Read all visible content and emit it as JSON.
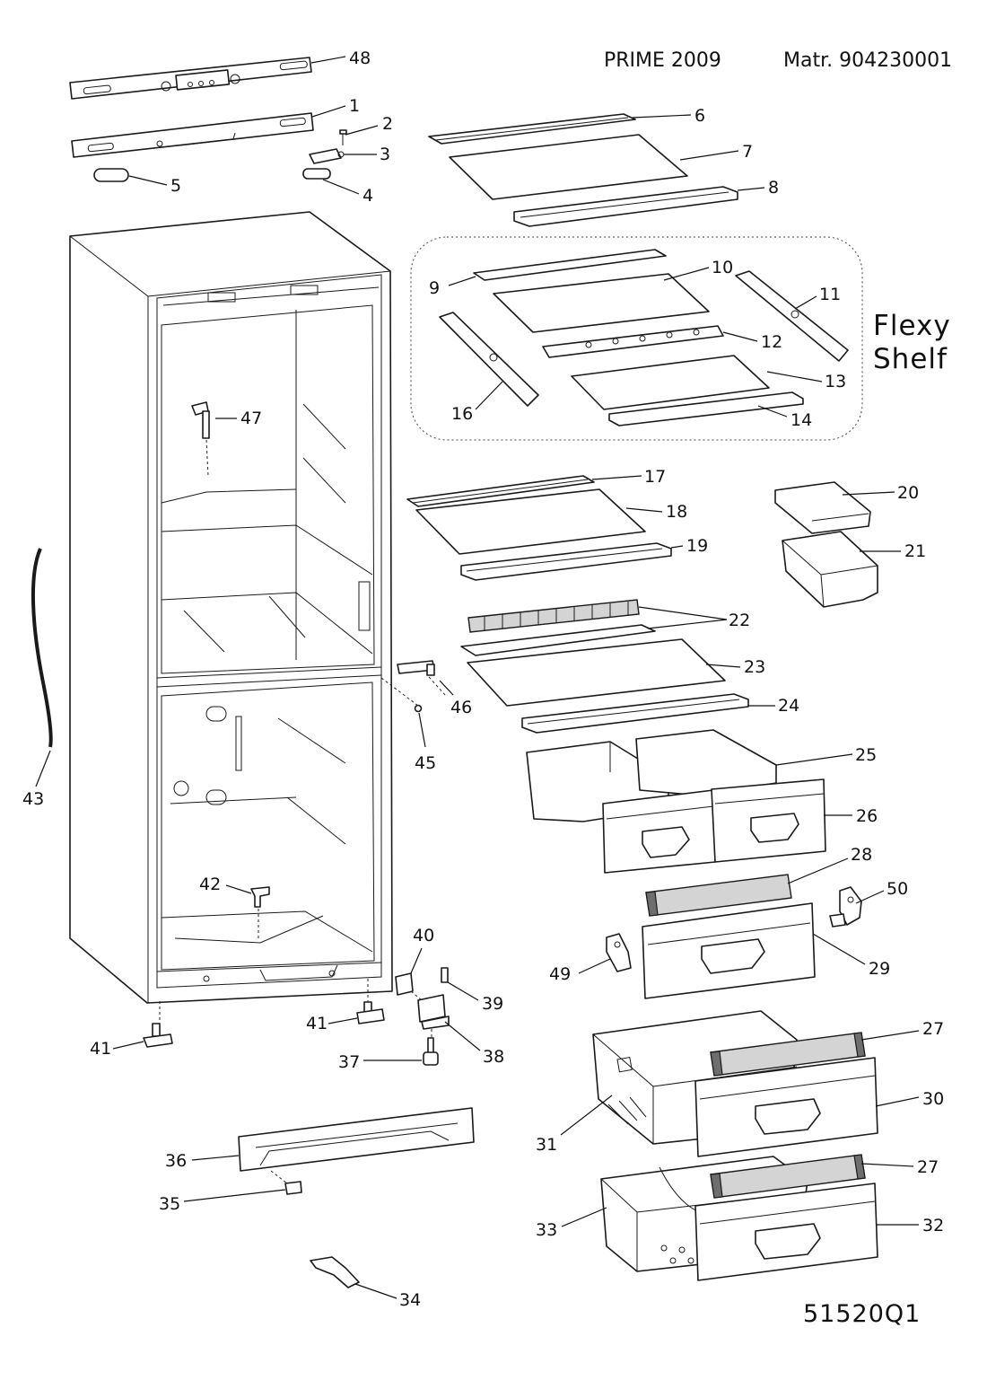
{
  "header": {
    "model": "PRIME 2009",
    "matr": "Matr. 904230001"
  },
  "group_label": {
    "line1": "Flexy",
    "line2": "Shelf"
  },
  "diagram_code": "51520Q1",
  "labels": {
    "p1": "1",
    "p2": "2",
    "p3": "3",
    "p4": "4",
    "p5": "5",
    "p6": "6",
    "p7": "7",
    "p8": "8",
    "p9": "9",
    "p10": "10",
    "p11": "11",
    "p12": "12",
    "p13": "13",
    "p14": "14",
    "p16": "16",
    "p17": "17",
    "p18": "18",
    "p19": "19",
    "p20": "20",
    "p21": "21",
    "p22": "22",
    "p23": "23",
    "p24": "24",
    "p25": "25",
    "p26": "26",
    "p27a": "27",
    "p27b": "27",
    "p28": "28",
    "p29": "29",
    "p30": "30",
    "p31": "31",
    "p32": "32",
    "p33": "33",
    "p34": "34",
    "p35": "35",
    "p36": "36",
    "p37": "37",
    "p38": "38",
    "p39": "39",
    "p40": "40",
    "p41a": "41",
    "p41b": "41",
    "p42": "42",
    "p43": "43",
    "p45": "45",
    "p46": "46",
    "p47": "47",
    "p48": "48",
    "p49": "49",
    "p50": "50"
  }
}
